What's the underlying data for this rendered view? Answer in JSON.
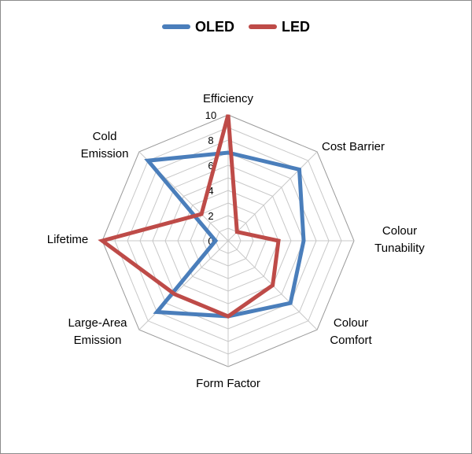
{
  "chart_data": {
    "type": "radar",
    "categories": [
      [
        "Efficiency"
      ],
      [
        "Cost Barrier"
      ],
      [
        "Colour",
        "Tunability"
      ],
      [
        "Colour",
        "Comfort"
      ],
      [
        "Form Factor"
      ],
      [
        "Large-Area",
        "Emission"
      ],
      [
        "Lifetime"
      ],
      [
        "Cold",
        "Emission"
      ]
    ],
    "series": [
      {
        "name": "OLED",
        "color": "#4a7ebb",
        "values": [
          7,
          8,
          6,
          7,
          6,
          8,
          1,
          9
        ]
      },
      {
        "name": "LED",
        "color": "#be4b48",
        "values": [
          10,
          1,
          4,
          5,
          6,
          6,
          10,
          3
        ]
      }
    ],
    "rlim": [
      0,
      10
    ],
    "ticks": [
      "0",
      "2",
      "4",
      "6",
      "8",
      "10"
    ],
    "tick_values": [
      0,
      2,
      4,
      6,
      8,
      10
    ],
    "grid_values": [
      1,
      2,
      3,
      4,
      5,
      6,
      7,
      8,
      9,
      10
    ],
    "legend_position": "top"
  }
}
